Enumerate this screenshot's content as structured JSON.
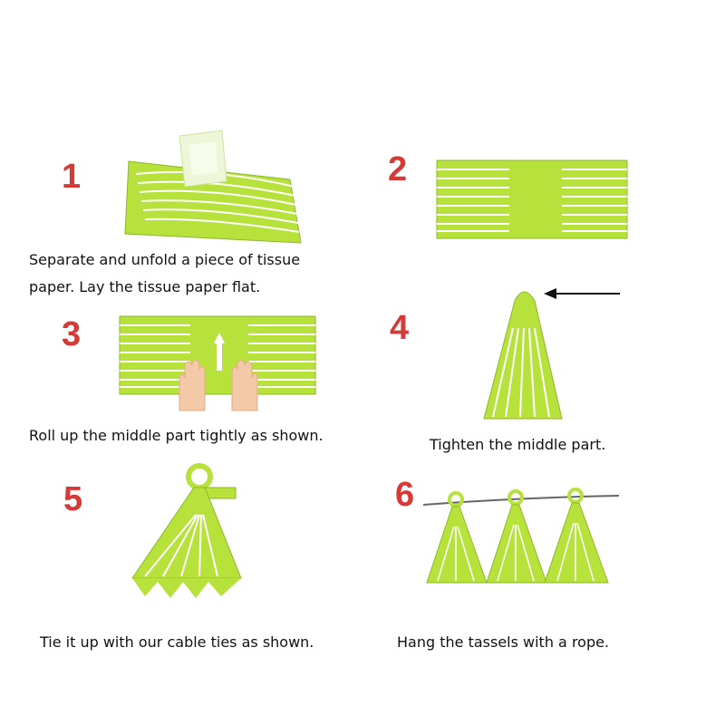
{
  "colors": {
    "paper": "#b7e23c",
    "paper_shade": "#a6d42e",
    "slit": "#ffffff",
    "outline": "#8cb825",
    "step_number": "#d63a36",
    "text": "#111111",
    "skin": "#f3c9a8",
    "rope": "#666666",
    "arrow": "#111111"
  },
  "steps": [
    {
      "number": "1",
      "caption_lines": [
        "Separate and unfold a piece of tissue",
        "paper. Lay the tissue paper flat."
      ]
    },
    {
      "number": "2",
      "caption_lines": []
    },
    {
      "number": "3",
      "caption_lines": [
        "Roll up the middle part tightly as shown."
      ]
    },
    {
      "number": "4",
      "caption_lines": [
        "Tighten the middle part."
      ]
    },
    {
      "number": "5",
      "caption_lines": [
        "Tie it up with our cable ties as shown."
      ]
    },
    {
      "number": "6",
      "caption_lines": [
        "Hang the tassels with a rope."
      ]
    }
  ],
  "icons": [
    "hand-icon",
    "arrow-left-icon",
    "up-arrow-icon",
    "cable-tie-loop-icon",
    "rope-icon"
  ]
}
